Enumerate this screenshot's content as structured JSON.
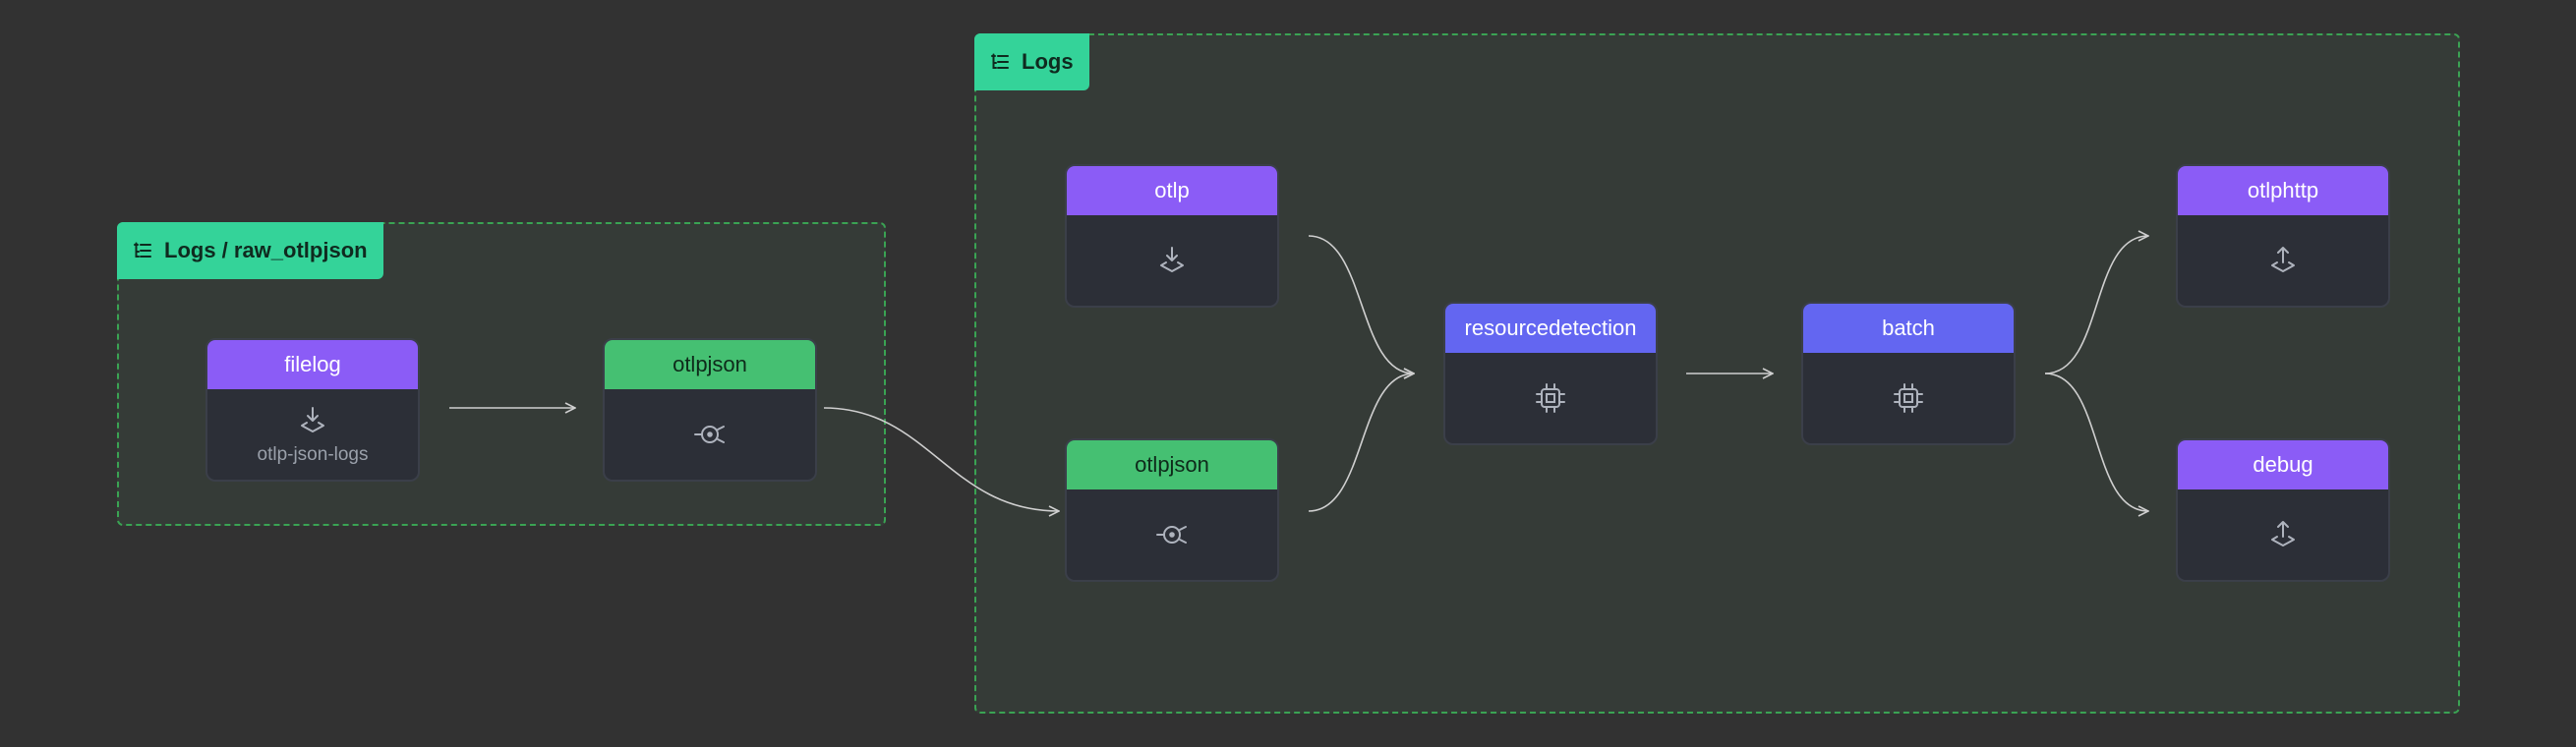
{
  "groups": {
    "raw": {
      "label": "Logs / raw_otlpjson"
    },
    "logs": {
      "label": "Logs"
    }
  },
  "nodes": {
    "filelog": {
      "label": "filelog",
      "kind": "receiver",
      "sublabel": "otlp-json-logs",
      "icon": "receiver-download-icon"
    },
    "otlpjson_connector_raw": {
      "label": "otlpjson",
      "kind": "connector",
      "icon": "connector-icon"
    },
    "otlp": {
      "label": "otlp",
      "kind": "receiver",
      "icon": "receiver-download-icon"
    },
    "otlpjson_connector_logs": {
      "label": "otlpjson",
      "kind": "connector",
      "icon": "connector-icon"
    },
    "resourcedetection": {
      "label": "resourcedetection",
      "kind": "processor",
      "icon": "processor-chip-icon"
    },
    "batch": {
      "label": "batch",
      "kind": "processor",
      "icon": "processor-chip-icon"
    },
    "otlphttp": {
      "label": "otlphttp",
      "kind": "exporter",
      "icon": "exporter-upload-icon"
    },
    "debug": {
      "label": "debug",
      "kind": "exporter",
      "icon": "exporter-upload-icon"
    }
  },
  "colors": {
    "receiver": "#8b5cf6",
    "connector": "#45c072",
    "processor": "#6366f1",
    "exporter": "#8b5cf6",
    "group_tag": "#34d399",
    "group_border": "#3aa353",
    "edge": "#cfcfcf"
  }
}
